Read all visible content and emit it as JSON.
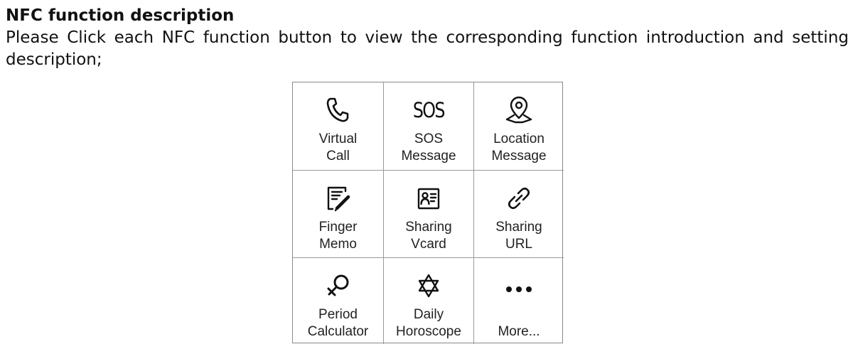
{
  "doc": {
    "title": "NFC function description",
    "description": "Please Click each NFC function button to view the corresponding function introduction and setting description;"
  },
  "functions": [
    {
      "icon": "phone-icon",
      "line1": "Virtual",
      "line2": "Call"
    },
    {
      "icon": "sos-icon",
      "icon_text": "SOS",
      "line1": "SOS",
      "line2": "Message"
    },
    {
      "icon": "location-pin-icon",
      "line1": "Location",
      "line2": "Message"
    },
    {
      "icon": "memo-pencil-icon",
      "line1": "Finger",
      "line2": "Memo"
    },
    {
      "icon": "contact-card-icon",
      "line1": "Sharing",
      "line2": "Vcard"
    },
    {
      "icon": "link-icon",
      "line1": "Sharing",
      "line2": "URL"
    },
    {
      "icon": "venus-symbol-icon",
      "line1": "Period",
      "line2": "Calculator"
    },
    {
      "icon": "star-of-david-icon",
      "line1": "Daily",
      "line2": "Horoscope"
    },
    {
      "icon": "ellipsis-icon",
      "line1": "",
      "line2": "More..."
    }
  ]
}
